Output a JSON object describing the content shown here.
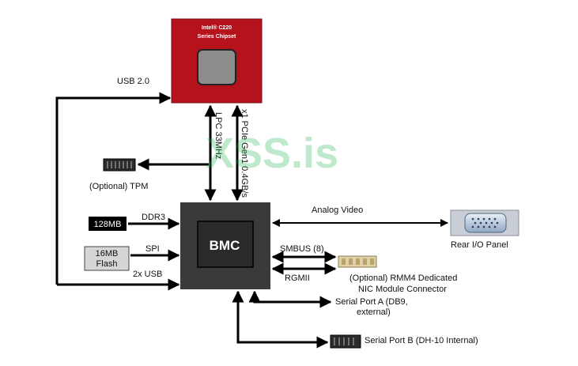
{
  "chipset": {
    "line1": "Intel® C220",
    "line2": "Series Chipset"
  },
  "bmc": {
    "label": "BMC"
  },
  "links": {
    "usb20": "USB 2.0",
    "lpc": "LPC 33MHz",
    "pcie": "x1 PCIe Gen1 0.4GB/s",
    "ddr3": "DDR3",
    "spi": "SPI",
    "usb2x": "2x USB",
    "analog_video": "Analog Video",
    "smbus": "SMBUS (8)",
    "rgmii": "RGMII"
  },
  "components": {
    "tpm": "(Optional) TPM",
    "memory": "128MB",
    "flash_line1": "16MB",
    "flash_line2": "Flash",
    "rear_io": "Rear I/O Panel",
    "rmm4_line1": "(Optional) RMM4 Dedicated",
    "rmm4_line2": "NIC Module Connector",
    "serial_a_line1": "Serial Port A (DB9,",
    "serial_a_line2": "external)",
    "serial_b": "Serial Port B (DH-10 Internal)"
  },
  "watermark": "XSS.is",
  "colors": {
    "chipset_fill": "#b5121b",
    "bmc_fill": "#3a3a3a",
    "arrow": "#000000",
    "watermark": "#19b34a"
  }
}
